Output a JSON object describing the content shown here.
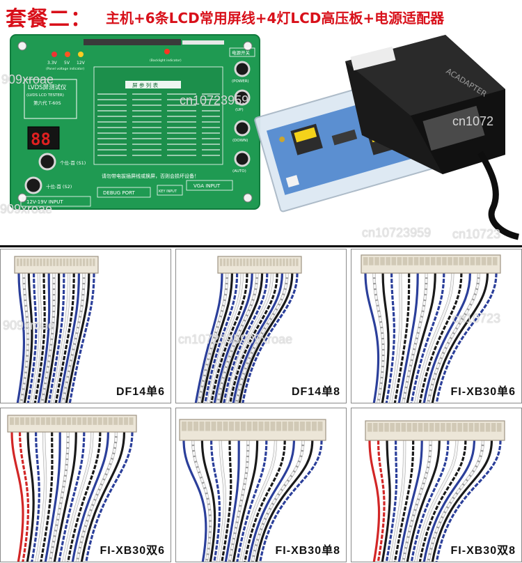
{
  "header": {
    "title": "套餐二：",
    "subtitle": "主机+6条LCD常用屏线+4灯LCD高压板+电源适配器"
  },
  "tester_board": {
    "led_labels": [
      "3.3V",
      "5V",
      "12V"
    ],
    "led_caption": "(Panel voltage indicator)",
    "backlight_caption": "(Backlight indicator)",
    "power_switch": "电源开关",
    "buttons": [
      "(POWER)",
      "(UP)",
      "(DOWN)",
      "(AUTO)"
    ],
    "name_cn": "LVDS屏测试仪",
    "name_en": "(LVDS LCD TESTER)",
    "model": "第六代  T-60S",
    "digits": "88",
    "unit_button": "个位-首 (S1)",
    "ten_button": "十位-首 (S2)",
    "table_title": "屏 参 列 表",
    "warning": "请勿带电拔插屏线或换屏，否则会损坏设备！",
    "ports": [
      "DEBUG PORT",
      "KEY INPUT",
      "VGA INPUT",
      "12V-19V INPUT"
    ]
  },
  "adapter": {
    "brand": "ACADAPTER"
  },
  "cables": [
    {
      "label": "DF14单6"
    },
    {
      "label": "DF14单8"
    },
    {
      "label": "FI-XB30单6"
    },
    {
      "label": "FI-XB30双6"
    },
    {
      "label": "FI-XB30单8"
    },
    {
      "label": "FI-XB30双8"
    }
  ],
  "watermarks": [
    "909xroae",
    "cn10723959",
    "cn1072",
    "909xroae",
    "cn10723959",
    "cn10723",
    "909xroae",
    "cn1072395909xroae",
    "cn10723"
  ],
  "colors": {
    "title": "#d8101a",
    "board": "#1f9a52",
    "wire_blue": "#2b3f9a",
    "wire_red": "#d22626"
  }
}
